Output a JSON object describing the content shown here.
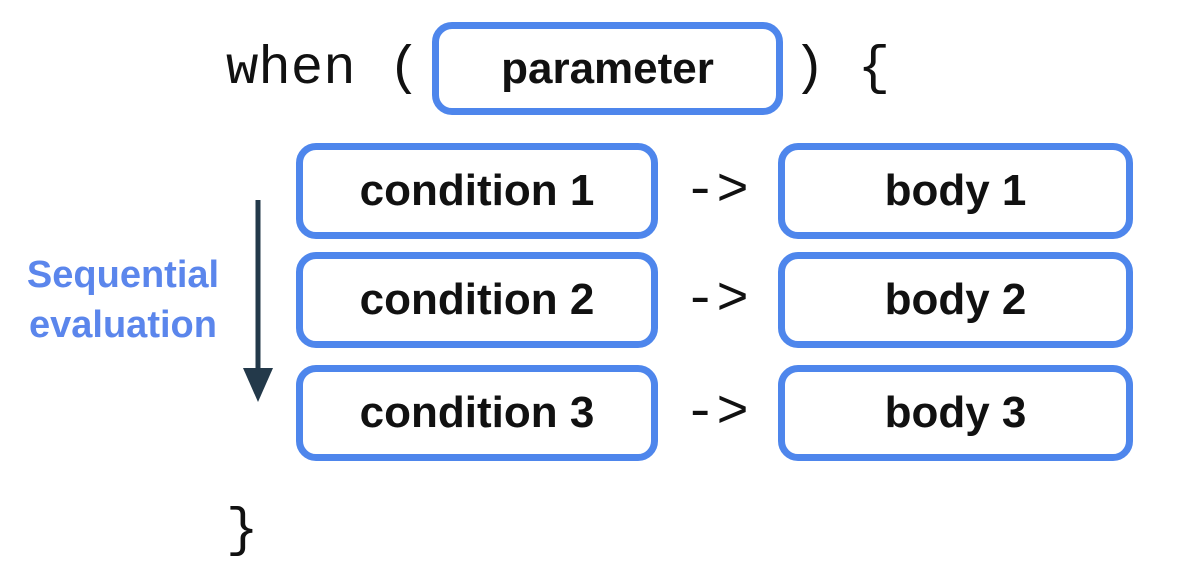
{
  "diagram": {
    "code": {
      "when_open": "when (",
      "paren_close_brace_open": ") {",
      "brace_close": "}",
      "arrow_token": "->"
    },
    "parameter_label": "parameter",
    "rows": [
      {
        "condition": "condition 1",
        "body": "body 1"
      },
      {
        "condition": "condition 2",
        "body": "body 2"
      },
      {
        "condition": "condition 3",
        "body": "body 3"
      }
    ],
    "side_note": {
      "line1": "Sequential",
      "line2": "evaluation"
    },
    "colors": {
      "box_border": "#4e86ec",
      "note_text": "#5b86ec",
      "sequential_arrow": "#23394a",
      "code_text": "#111111",
      "label_text": "#111111",
      "background": "#ffffff"
    }
  }
}
